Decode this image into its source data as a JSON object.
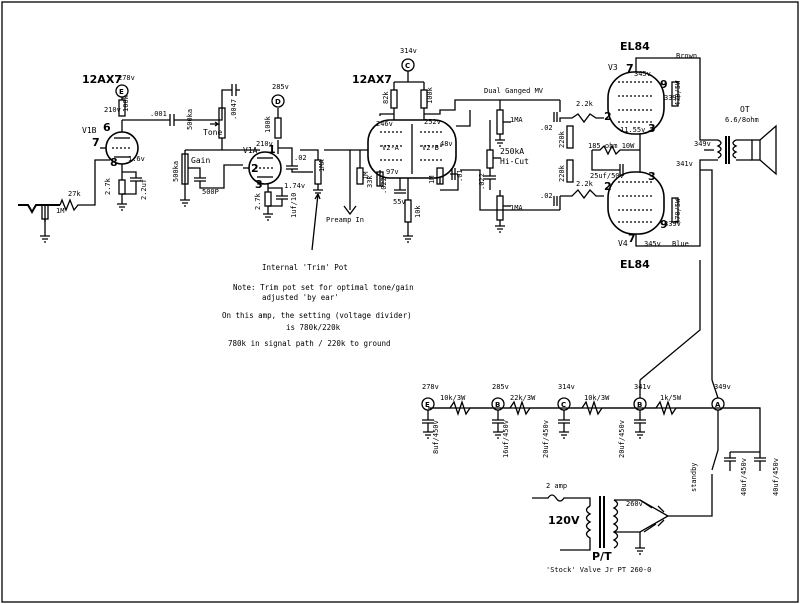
{
  "tubes": {
    "v1_type": "12AX7",
    "v2_type": "12AX7",
    "v1b": "V1B",
    "v1a": "V1A",
    "v3": "V3",
    "v4": "V4",
    "el84_top": "EL84",
    "el84_bottom": "EL84",
    "v2a": "V2-A",
    "v2b": "V2-B"
  },
  "nodes": {
    "c": "C",
    "d": "D",
    "e": "E",
    "a": "A",
    "b": "B"
  },
  "voltages": {
    "e_278": "278v",
    "d_285": "285v",
    "c_314": "314v",
    "v1b_plate": "210v",
    "v1b_cathode": "1.6v",
    "v1a_plate": "210v",
    "v1a_cathode": "1.74v",
    "v2a_plate": "246v",
    "v2b_plate": "252v",
    "v2a_k": "97v",
    "v2b_k": "48v",
    "tail": "55v",
    "v3_screen": "345v",
    "v3_cathode": "11.55v",
    "v3_plate": "339v",
    "v4_screen": "345v",
    "v4_plate": "339v",
    "ot_ct": "349v",
    "b_341": "341v",
    "ps_278": "278v",
    "ps_285": "285v",
    "ps_314": "314v",
    "ps_341": "341v",
    "ps_349": "349v"
  },
  "components": {
    "r_1m_in": "1M",
    "r_27k_in": "27k",
    "r_2_7k_v1b": "2.7k",
    "c_2_2uf": "2.2uf",
    "r_100k_v1b": "100k",
    "c_001": ".001",
    "c_0047": ".0047",
    "tone_pot": "500ka",
    "r_100k_v1a": "100k",
    "c_500p": "500P",
    "gain_pot": "500ka",
    "r_1m_trim": "1MA",
    "r_2_7k_v1a": "2.7k",
    "c_02_a": ".02",
    "c_1uf": "1uf/10",
    "r_82k": "82k",
    "r_100k_pi": "100k",
    "c_022_pi": ".022",
    "r_33k": "33k",
    "r_1m_pi": "1M",
    "c_047_pi": ".047",
    "r_10k_tail": "10k",
    "c_01_pi": ".01",
    "r_1m_pi_b": "1M",
    "r_220k": "220k",
    "pot_dual_1": "1MA",
    "pot_dual_2": "1MA",
    "r_250ka": "250kA",
    "hi_cut": "Hi-Cut",
    "c_022_hc": ".022",
    "c_02_top": ".02",
    "c_02_bot": ".02",
    "r_2_2k_top": "2.2k",
    "r_2_2k_bot": "2.2k",
    "r_220k_top": "220k",
    "r_220k_bot": "220k",
    "bias_r": "185 ohm 10W",
    "bias_c": "25uf/50v",
    "r_470_5w_top": "470/5W",
    "r_470_5w_bot": "470/5W",
    "ot_label": "OT",
    "ot_imp": "6.6/8ohm",
    "wire_brown": "Brown",
    "wire_blue": "Blue",
    "dual_ganged": "Dual Ganged MV",
    "preamp_in": "Preamp In",
    "tone": "Tone",
    "gain": "Gain",
    "ps_r1": "10k/3W",
    "ps_r2": "22k/3W",
    "ps_r3": "10k/3W",
    "ps_r4": "1k/5W",
    "ps_c_e": "8uf/450v",
    "ps_c_d": "16uf/450v",
    "ps_c_c": "20uf/450v",
    "ps_c_b": "20uf/450v",
    "ps_c_a1": "40uf/450v",
    "ps_c_a2": "40uf/450v",
    "fuse": "2 amp",
    "mains": "120V",
    "sec": "260v",
    "pt": "P/T",
    "pt_caption": "'Stock' Valve Jr PT 260-0",
    "standby": "standby"
  },
  "pins": {
    "v1b_plate": "6",
    "v1b_grid": "7",
    "v1b_cathode": "8",
    "v1a_plate": "1",
    "v1a_grid": "2",
    "v1a_cathode": "3",
    "v3_screen": "7",
    "v3_plate": "9",
    "v3_grid": "2",
    "v3_cathode": "3",
    "v4_grid": "2",
    "v4_cathode": "3",
    "v4_plate": "9",
    "v4_screen": "7"
  },
  "notes": {
    "trim_pot": "Internal 'Trim' Pot",
    "line1": "Note: Trim pot set for optimal tone/gain",
    "line2": "adjusted 'by ear'",
    "line3": "On this amp, the setting (voltage divider)",
    "line4": "is 780k/220k",
    "line5": "780k in signal path / 220k to ground"
  }
}
